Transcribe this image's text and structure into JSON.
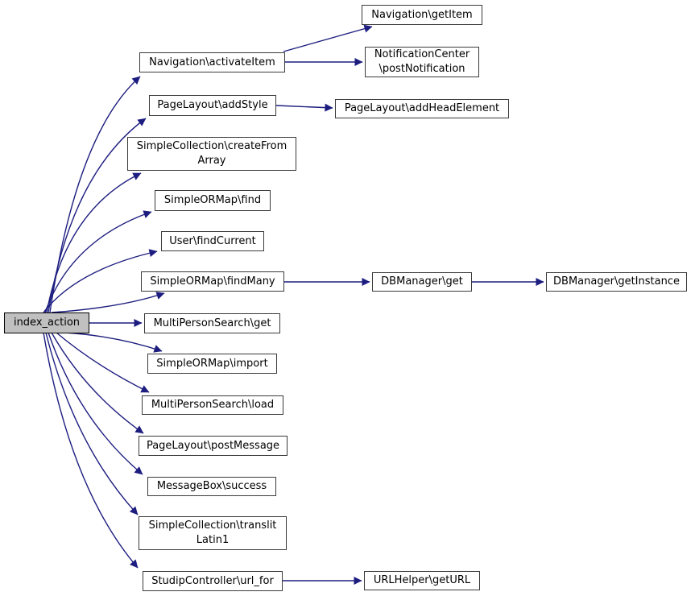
{
  "diagram": {
    "type": "call-graph",
    "root_function": "index_action",
    "background_color": "#ffffff",
    "edge_color": "#1d1d80",
    "node_border_color": "#3a3a3a",
    "root_node_fill": "#c0c0c0",
    "nodes": {
      "index_action": {
        "label": "index_action"
      },
      "activate_item": {
        "label": "Navigation\\activateItem"
      },
      "add_style": {
        "label": "PageLayout\\addStyle"
      },
      "create_from_array": {
        "label": "SimpleCollection\\createFrom\nArray"
      },
      "find": {
        "label": "SimpleORMap\\find"
      },
      "find_current": {
        "label": "User\\findCurrent"
      },
      "find_many": {
        "label": "SimpleORMap\\findMany"
      },
      "mps_get": {
        "label": "MultiPersonSearch\\get"
      },
      "import": {
        "label": "SimpleORMap\\import"
      },
      "load": {
        "label": "MultiPersonSearch\\load"
      },
      "post_message": {
        "label": "PageLayout\\postMessage"
      },
      "success": {
        "label": "MessageBox\\success"
      },
      "translit_latin1": {
        "label": "SimpleCollection\\translit\nLatin1"
      },
      "url_for": {
        "label": "StudipController\\url_for"
      },
      "get_item": {
        "label": "Navigation\\getItem"
      },
      "post_notification": {
        "label": "NotificationCenter\n\\postNotification"
      },
      "add_head_element": {
        "label": "PageLayout\\addHeadElement"
      },
      "db_get": {
        "label": "DBManager\\get"
      },
      "db_get_instance": {
        "label": "DBManager\\getInstance"
      },
      "get_url": {
        "label": "URLHelper\\getURL"
      }
    },
    "edges": [
      {
        "from": "index_action",
        "to": "activate_item"
      },
      {
        "from": "index_action",
        "to": "add_style"
      },
      {
        "from": "index_action",
        "to": "create_from_array"
      },
      {
        "from": "index_action",
        "to": "find"
      },
      {
        "from": "index_action",
        "to": "find_current"
      },
      {
        "from": "index_action",
        "to": "find_many"
      },
      {
        "from": "index_action",
        "to": "mps_get"
      },
      {
        "from": "index_action",
        "to": "import"
      },
      {
        "from": "index_action",
        "to": "load"
      },
      {
        "from": "index_action",
        "to": "post_message"
      },
      {
        "from": "index_action",
        "to": "success"
      },
      {
        "from": "index_action",
        "to": "translit_latin1"
      },
      {
        "from": "index_action",
        "to": "url_for"
      },
      {
        "from": "activate_item",
        "to": "get_item"
      },
      {
        "from": "activate_item",
        "to": "post_notification"
      },
      {
        "from": "add_style",
        "to": "add_head_element"
      },
      {
        "from": "find_many",
        "to": "db_get"
      },
      {
        "from": "db_get",
        "to": "db_get_instance"
      },
      {
        "from": "url_for",
        "to": "get_url"
      }
    ]
  }
}
